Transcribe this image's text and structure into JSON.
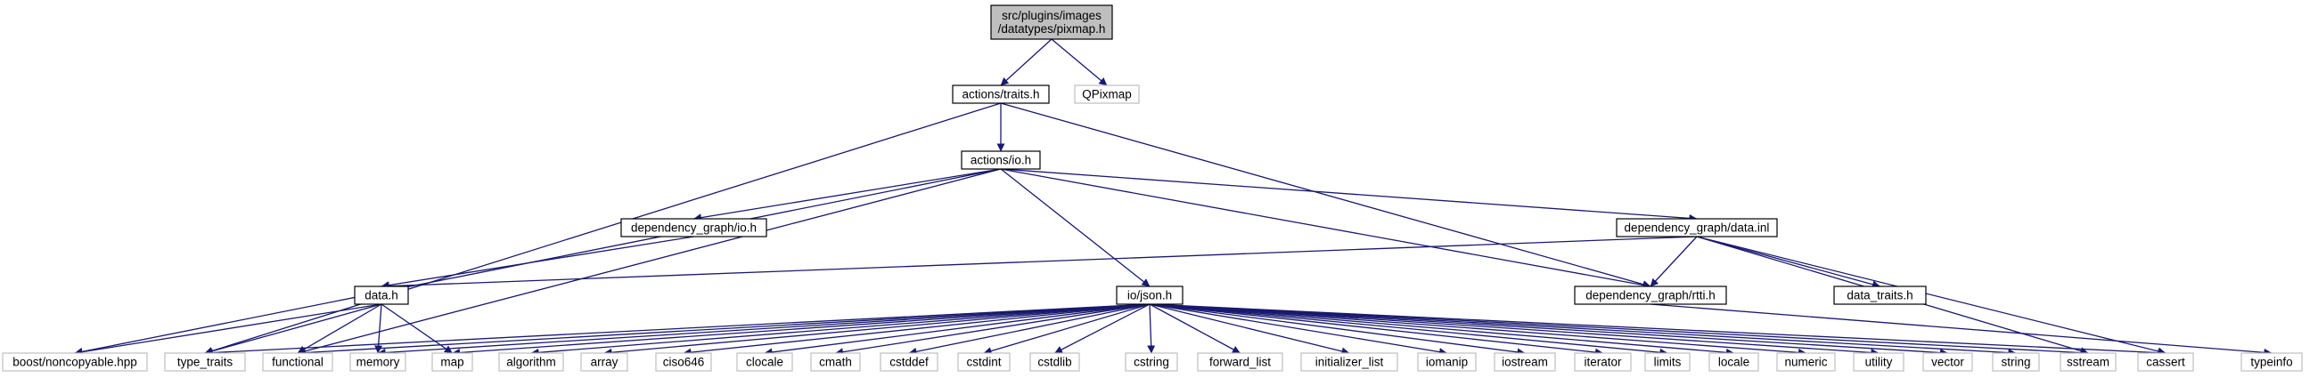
{
  "colors": {
    "edge": "#191970",
    "node_fill": "#ffffff",
    "node_border": "#000000",
    "external_border": "#bfbfbf",
    "root_fill": "#bfbfbf",
    "text": "#000000"
  },
  "nodes": [
    {
      "id": "pixmap",
      "lines": [
        "src/plugins/images",
        "/datatypes/pixmap.h"
      ],
      "kind": "root"
    },
    {
      "id": "traits",
      "lines": [
        "actions/traits.h"
      ],
      "kind": "file"
    },
    {
      "id": "qpixmap",
      "lines": [
        "QPixmap"
      ],
      "kind": "external"
    },
    {
      "id": "io",
      "lines": [
        "actions/io.h"
      ],
      "kind": "file"
    },
    {
      "id": "dg_io",
      "lines": [
        "dependency_graph/io.h"
      ],
      "kind": "file"
    },
    {
      "id": "dg_data_inl",
      "lines": [
        "dependency_graph/data.inl"
      ],
      "kind": "file"
    },
    {
      "id": "data_h",
      "lines": [
        "data.h"
      ],
      "kind": "file"
    },
    {
      "id": "json",
      "lines": [
        "io/json.h"
      ],
      "kind": "file"
    },
    {
      "id": "rtti",
      "lines": [
        "dependency_graph/rtti.h"
      ],
      "kind": "file"
    },
    {
      "id": "data_traits",
      "lines": [
        "data_traits.h"
      ],
      "kind": "file"
    },
    {
      "id": "noncopyable",
      "lines": [
        "boost/noncopyable.hpp"
      ],
      "kind": "external"
    },
    {
      "id": "type_traits",
      "lines": [
        "type_traits"
      ],
      "kind": "external"
    },
    {
      "id": "functional",
      "lines": [
        "functional"
      ],
      "kind": "external"
    },
    {
      "id": "memory",
      "lines": [
        "memory"
      ],
      "kind": "external"
    },
    {
      "id": "map",
      "lines": [
        "map"
      ],
      "kind": "external"
    },
    {
      "id": "algorithm",
      "lines": [
        "algorithm"
      ],
      "kind": "external"
    },
    {
      "id": "array",
      "lines": [
        "array"
      ],
      "kind": "external"
    },
    {
      "id": "ciso646",
      "lines": [
        "ciso646"
      ],
      "kind": "external"
    },
    {
      "id": "clocale",
      "lines": [
        "clocale"
      ],
      "kind": "external"
    },
    {
      "id": "cmath",
      "lines": [
        "cmath"
      ],
      "kind": "external"
    },
    {
      "id": "cstddef",
      "lines": [
        "cstddef"
      ],
      "kind": "external"
    },
    {
      "id": "cstdint",
      "lines": [
        "cstdint"
      ],
      "kind": "external"
    },
    {
      "id": "cstdlib",
      "lines": [
        "cstdlib"
      ],
      "kind": "external"
    },
    {
      "id": "cstring",
      "lines": [
        "cstring"
      ],
      "kind": "external"
    },
    {
      "id": "forward_list",
      "lines": [
        "forward_list"
      ],
      "kind": "external"
    },
    {
      "id": "initializer_list",
      "lines": [
        "initializer_list"
      ],
      "kind": "external"
    },
    {
      "id": "iomanip",
      "lines": [
        "iomanip"
      ],
      "kind": "external"
    },
    {
      "id": "iostream",
      "lines": [
        "iostream"
      ],
      "kind": "external"
    },
    {
      "id": "iterator",
      "lines": [
        "iterator"
      ],
      "kind": "external"
    },
    {
      "id": "limits",
      "lines": [
        "limits"
      ],
      "kind": "external"
    },
    {
      "id": "locale",
      "lines": [
        "locale"
      ],
      "kind": "external"
    },
    {
      "id": "numeric",
      "lines": [
        "numeric"
      ],
      "kind": "external"
    },
    {
      "id": "utility",
      "lines": [
        "utility"
      ],
      "kind": "external"
    },
    {
      "id": "vector",
      "lines": [
        "vector"
      ],
      "kind": "external"
    },
    {
      "id": "string",
      "lines": [
        "string"
      ],
      "kind": "external"
    },
    {
      "id": "sstream",
      "lines": [
        "sstream"
      ],
      "kind": "external"
    },
    {
      "id": "cassert",
      "lines": [
        "cassert"
      ],
      "kind": "external"
    },
    {
      "id": "typeinfo",
      "lines": [
        "typeinfo"
      ],
      "kind": "external"
    }
  ],
  "edges": [
    [
      "pixmap",
      "traits"
    ],
    [
      "pixmap",
      "qpixmap"
    ],
    [
      "traits",
      "io"
    ],
    [
      "traits",
      "type_traits"
    ],
    [
      "traits",
      "rtti"
    ],
    [
      "io",
      "dg_io"
    ],
    [
      "io",
      "dg_data_inl"
    ],
    [
      "io",
      "json"
    ],
    [
      "io",
      "rtti"
    ],
    [
      "io",
      "noncopyable"
    ],
    [
      "io",
      "functional"
    ],
    [
      "dg_io",
      "data_h"
    ],
    [
      "dg_data_inl",
      "data_h"
    ],
    [
      "dg_data_inl",
      "rtti"
    ],
    [
      "dg_data_inl",
      "data_traits"
    ],
    [
      "dg_data_inl",
      "cassert"
    ],
    [
      "dg_data_inl",
      "sstream"
    ],
    [
      "data_h",
      "noncopyable"
    ],
    [
      "data_h",
      "type_traits"
    ],
    [
      "data_h",
      "functional"
    ],
    [
      "data_h",
      "memory"
    ],
    [
      "data_h",
      "map"
    ],
    [
      "rtti",
      "typeinfo"
    ],
    [
      "json",
      "type_traits"
    ],
    [
      "json",
      "functional"
    ],
    [
      "json",
      "memory"
    ],
    [
      "json",
      "map"
    ],
    [
      "json",
      "algorithm"
    ],
    [
      "json",
      "array"
    ],
    [
      "json",
      "ciso646"
    ],
    [
      "json",
      "clocale"
    ],
    [
      "json",
      "cmath"
    ],
    [
      "json",
      "cstddef"
    ],
    [
      "json",
      "cstdint"
    ],
    [
      "json",
      "cstdlib"
    ],
    [
      "json",
      "cstring"
    ],
    [
      "json",
      "forward_list"
    ],
    [
      "json",
      "initializer_list"
    ],
    [
      "json",
      "iomanip"
    ],
    [
      "json",
      "iostream"
    ],
    [
      "json",
      "iterator"
    ],
    [
      "json",
      "limits"
    ],
    [
      "json",
      "locale"
    ],
    [
      "json",
      "numeric"
    ],
    [
      "json",
      "utility"
    ],
    [
      "json",
      "vector"
    ],
    [
      "json",
      "string"
    ],
    [
      "json",
      "sstream"
    ],
    [
      "json",
      "cassert"
    ]
  ]
}
